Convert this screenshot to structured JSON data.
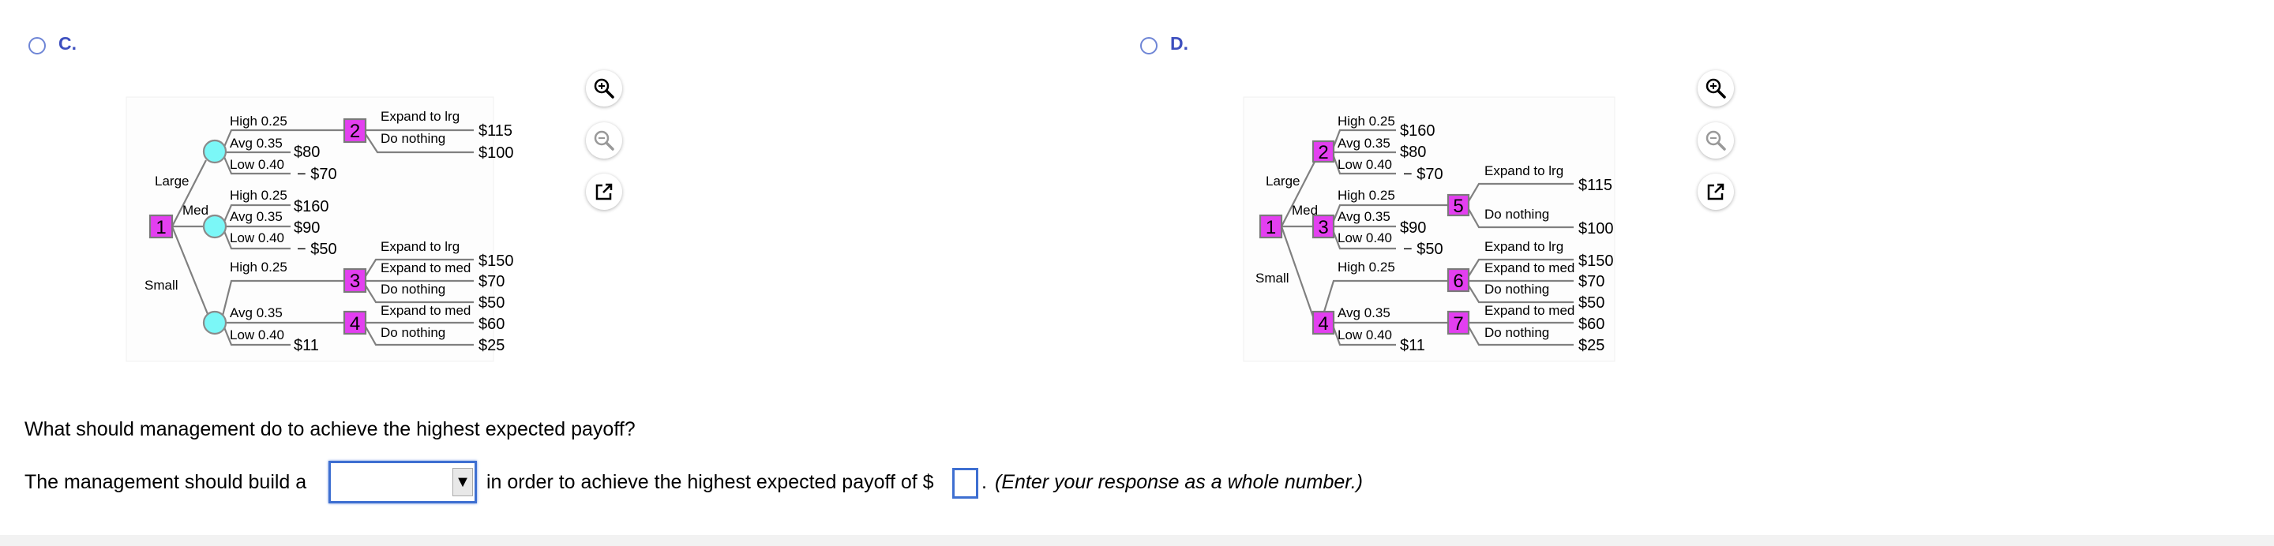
{
  "options": {
    "c": {
      "label": "C."
    },
    "d": {
      "label": "D."
    }
  },
  "tree_c": {
    "nodes": [
      "1",
      "2",
      "3",
      "4"
    ],
    "branch": {
      "large": "Large",
      "med": "Med",
      "small": "Small"
    },
    "large": {
      "high": "High 0.25",
      "avg": "Avg 0.35",
      "low": "Low 0.40",
      "avg_payoff": "$80",
      "low_payoff": "− $70"
    },
    "node2": {
      "opt1": "Expand to lrg",
      "opt2": "Do nothing",
      "pay1": "$115",
      "pay2": "$100"
    },
    "med": {
      "high": "High 0.25",
      "avg": "Avg 0.35",
      "low": "Low 0.40",
      "high_payoff": "$160",
      "avg_payoff": "$90",
      "low_payoff": "− $50"
    },
    "small": {
      "high": "High 0.25",
      "avg": "Avg 0.35",
      "low": "Low 0.40",
      "low_payoff": "$11"
    },
    "node3": {
      "opt1": "Expand to lrg",
      "opt2": "Expand to med",
      "opt3": "Do nothing",
      "pay1": "$150",
      "pay2": "$70",
      "pay3": "$50"
    },
    "node4": {
      "opt1": "Expand to med",
      "opt2": "Do nothing",
      "pay1": "$60",
      "pay2": "$25"
    }
  },
  "tree_d": {
    "nodes": [
      "1",
      "2",
      "3",
      "4",
      "5",
      "6",
      "7"
    ],
    "branch": {
      "large": "Large",
      "med": "Med",
      "small": "Small"
    },
    "large": {
      "high": "High 0.25",
      "avg": "Avg 0.35",
      "low": "Low 0.40",
      "high_payoff": "$160",
      "avg_payoff": "$80",
      "low_payoff": "− $70"
    },
    "med": {
      "high": "High 0.25",
      "avg": "Avg 0.35",
      "low": "Low 0.40",
      "avg_payoff": "$90",
      "low_payoff": "− $50"
    },
    "node5": {
      "opt1": "Expand to lrg",
      "opt2": "Do nothing",
      "pay1": "$115",
      "pay2": "$100"
    },
    "small": {
      "high": "High 0.25",
      "avg": "Avg 0.35",
      "low": "Low 0.40",
      "low_payoff": "$11"
    },
    "node6": {
      "opt1": "Expand to lrg",
      "opt2": "Expand to med",
      "opt3": "Do nothing",
      "pay1": "$150",
      "pay2": "$70",
      "pay3": "$50"
    },
    "node7": {
      "opt1": "Expand to med",
      "opt2": "Do nothing",
      "pay1": "$60",
      "pay2": "$25"
    }
  },
  "tools": [
    "zoom-in-icon",
    "zoom-out-icon",
    "open-external-icon"
  ],
  "question": {
    "prompt": "What should management do to achieve the highest expected payoff?",
    "sentence_start": "The management should build a",
    "select_value": "",
    "sentence_mid": "in order to achieve the highest expected payoff of $",
    "answer_value": "",
    "sentence_end": ".",
    "hint": "(Enter your response as a whole number.)"
  },
  "colors": {
    "decision_node": "#e33ff0",
    "chance_node": "#7bf7f7",
    "accent": "#3e6fd1",
    "option_label": "#3d4fbf"
  }
}
